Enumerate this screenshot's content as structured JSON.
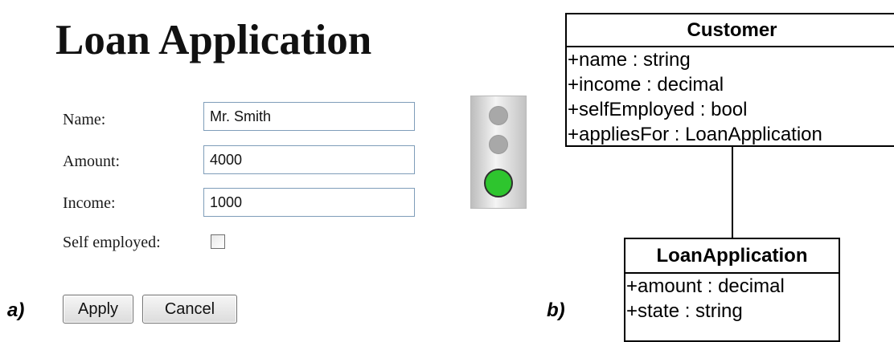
{
  "form": {
    "title": "Loan Application",
    "fields": [
      {
        "label": "Name:",
        "value": "Mr. Smith"
      },
      {
        "label": "Amount:",
        "value": "4000"
      },
      {
        "label": "Income:",
        "value": "1000"
      }
    ],
    "self_employed": {
      "label": "Self employed:",
      "checked": false
    },
    "buttons": {
      "apply": "Apply",
      "cancel": "Cancel"
    }
  },
  "traffic_light": {
    "lamps": [
      {
        "name": "top",
        "state": "off",
        "color": "#a8a8a8"
      },
      {
        "name": "middle",
        "state": "off",
        "color": "#a8a8a8"
      },
      {
        "name": "bottom",
        "state": "on",
        "color": "#2ec52e"
      }
    ]
  },
  "panel_labels": {
    "a": "a)",
    "b": "b)"
  },
  "uml": {
    "customer": {
      "name": "Customer",
      "attributes": [
        "+name : string",
        "+income : decimal",
        "+selfEmployed : bool",
        "+appliesFor : LoanApplication"
      ]
    },
    "loan_application": {
      "name": "LoanApplication",
      "attributes": [
        "+amount : decimal",
        "+state : string"
      ]
    }
  }
}
